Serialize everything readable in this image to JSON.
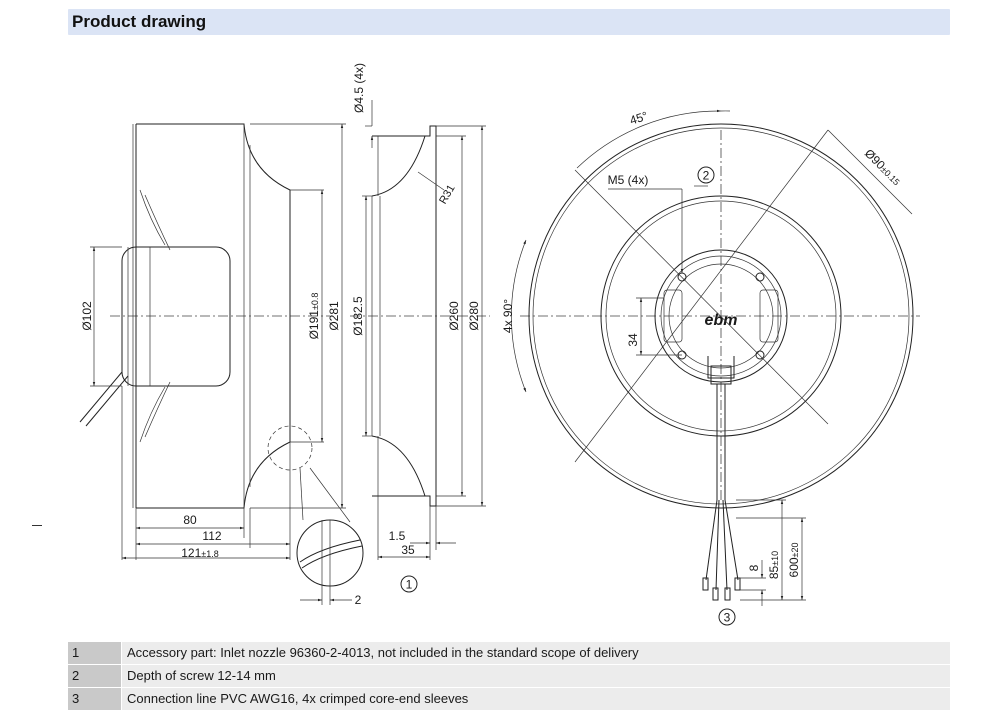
{
  "header": {
    "title": "Product drawing"
  },
  "side_view": {
    "dims": {
      "d102": "Ø102",
      "d191": "Ø191",
      "d191_tol": "±0.8",
      "d281": "Ø281",
      "len80": "80",
      "len112": "112",
      "len121": "121",
      "len121_tol": "±1.8",
      "detail2": "2"
    }
  },
  "nozzle_view": {
    "dims": {
      "hole": "Ø4.5 (4x)",
      "r31": "R31",
      "d182": "Ø182.5",
      "d260": "Ø260",
      "d280": "Ø280",
      "t15": "1.5",
      "t35": "35",
      "callout": "1"
    }
  },
  "front_view": {
    "dims": {
      "angle45": "45°",
      "m5": "M5 (4x)",
      "callout2": "2",
      "d90": "Ø90",
      "d90_tol": "±0.15",
      "angle90": "4x 90°",
      "d34": "34",
      "d8": "8",
      "d85": "85",
      "d85_tol": "±10",
      "d600": "600",
      "d600_tol": "±20",
      "callout3": "3"
    },
    "label_brand": "ebm"
  },
  "notes": [
    {
      "num": "1",
      "text": "Accessory part: Inlet nozzle 96360-2-4013, not included in the standard scope of delivery"
    },
    {
      "num": "2",
      "text": "Depth of screw 12-14 mm"
    },
    {
      "num": "3",
      "text": "Connection line PVC AWG16, 4x crimped core-end sleeves"
    }
  ]
}
